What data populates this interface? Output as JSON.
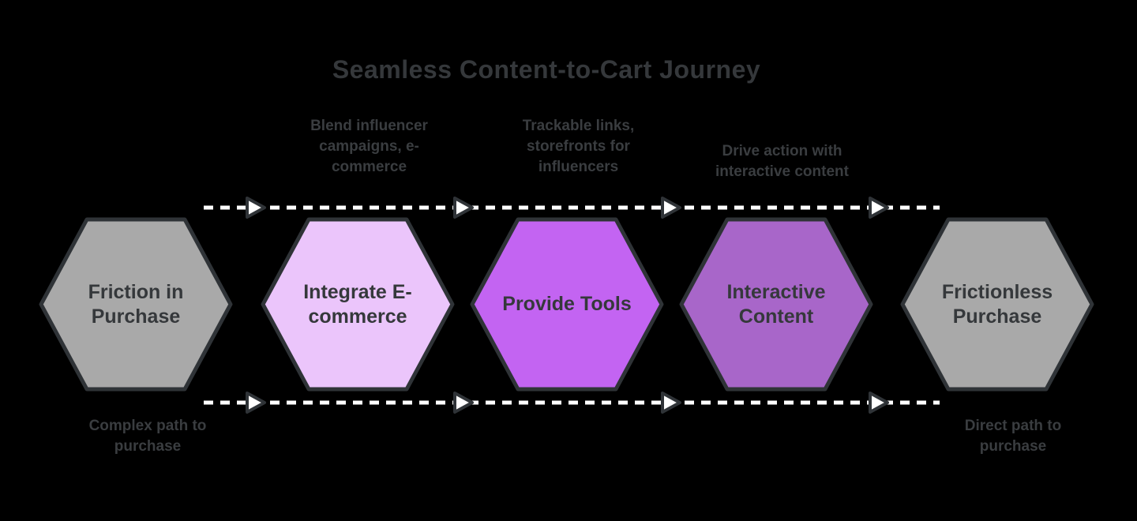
{
  "title": "Seamless Content-to-Cart Journey",
  "colors": {
    "background": "#000000",
    "stage_gray": "#a9a9a9",
    "stage_lavender": "#ebc5fb",
    "stage_purple": "#c364f2",
    "stage_violet": "#a866c9",
    "outline": "#2f3337",
    "text_dark": "#35383b",
    "flow_line": "#ffffff"
  },
  "stages": [
    {
      "label": "Friction in\nPurchase",
      "fill": "#a9a9a9"
    },
    {
      "label": "Integrate E-\ncommerce",
      "fill": "#ebc5fb"
    },
    {
      "label": "Provide Tools",
      "fill": "#c364f2"
    },
    {
      "label": "Interactive\nContent",
      "fill": "#a866c9"
    },
    {
      "label": "Frictionless\nPurchase",
      "fill": "#a9a9a9"
    }
  ],
  "top_annotations": [
    {
      "text": "Blend influencer\ncampaigns, e-\ncommerce"
    },
    {
      "text": "Trackable links,\nstorefronts for\ninfluencers"
    },
    {
      "text": "Drive action with\ninteractive content"
    }
  ],
  "bottom_annotations": [
    {
      "text": "Complex path to\npurchase"
    },
    {
      "text": "Direct path to\npurchase"
    }
  ]
}
